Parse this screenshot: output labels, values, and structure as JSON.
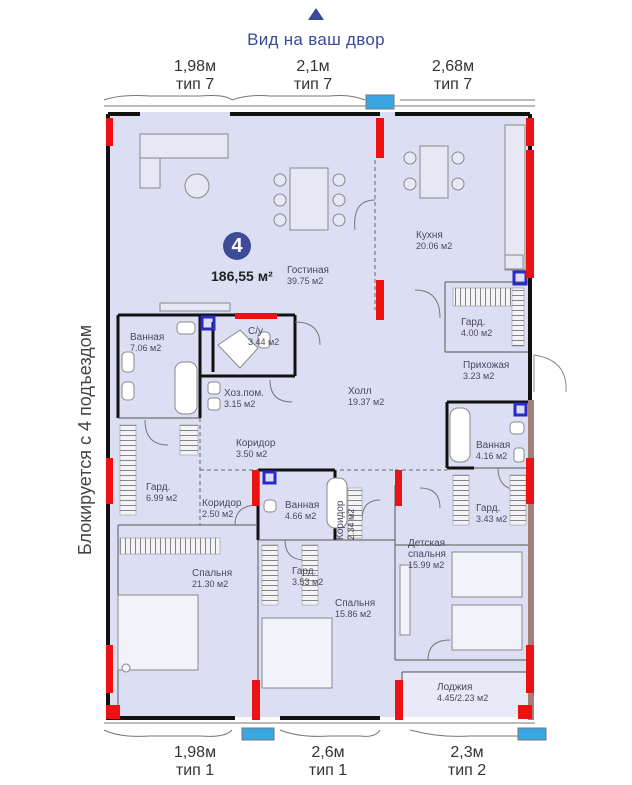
{
  "header": {
    "view_label": "Вид на ваш двор"
  },
  "side_label": "Блокируется с 4 подъездом",
  "apartment": {
    "number": "4",
    "total_area": "186,55 м²"
  },
  "top_windows": [
    {
      "width": "1,98м",
      "type": "тип 7"
    },
    {
      "width": "2,1м",
      "type": "тип 7"
    },
    {
      "width": "2,68м",
      "type": "тип 7"
    }
  ],
  "bottom_windows": [
    {
      "width": "1,98м",
      "type": "тип 1"
    },
    {
      "width": "2,6м",
      "type": "тип 1"
    },
    {
      "width": "2,3м",
      "type": "тип 2"
    }
  ],
  "rooms": {
    "living": {
      "name": "Гостиная",
      "area": "39.75 м2"
    },
    "kitchen": {
      "name": "Кухня",
      "area": "20.06 м2"
    },
    "bath1": {
      "name": "Ванная",
      "area": "7.06 м2"
    },
    "wc": {
      "name": "С/у",
      "area": "3.44 м2"
    },
    "utility": {
      "name": "Хоз.пом.",
      "area": "3.15 м2"
    },
    "corridor1": {
      "name": "Коридор",
      "area": "3.50 м2"
    },
    "hall": {
      "name": "Холл",
      "area": "19.37 м2"
    },
    "ward1": {
      "name": "Гард.",
      "area": "4.00 м2"
    },
    "entrance": {
      "name": "Прихожая",
      "area": "3.23 м2"
    },
    "bath2": {
      "name": "Ванная",
      "area": "4.16 м2"
    },
    "ward2": {
      "name": "Гард.",
      "area": "3.43 м2"
    },
    "ward3": {
      "name": "Гард.",
      "area": "6.99 м2"
    },
    "corridor2": {
      "name": "Коридор",
      "area": "2.50 м2"
    },
    "bath3": {
      "name": "Ванная",
      "area": "4.66 м2"
    },
    "corridor3": {
      "name": "Коридор",
      "area": "2.34 м2"
    },
    "kids": {
      "name": "Детская спальня",
      "area": "15.99 м2"
    },
    "bedroom1": {
      "name": "Спальня",
      "area": "21.30 м2"
    },
    "ward4": {
      "name": "Гард.",
      "area": "3.53 м2"
    },
    "bedroom2": {
      "name": "Спальня",
      "area": "15.86 м2"
    },
    "loggia": {
      "name": "Лоджия",
      "area": "4.45/2.23 м2"
    }
  },
  "colors": {
    "floor": "#dcdff3",
    "wall": "#111111",
    "column": "#ee1111",
    "accent": "#3a4a9a",
    "window_glass": "#39a7e3"
  }
}
